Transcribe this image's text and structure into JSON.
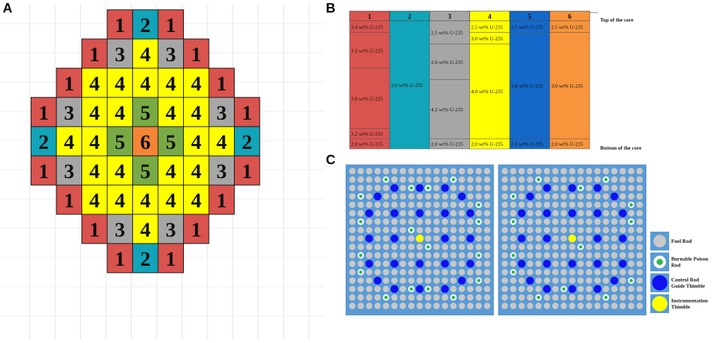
{
  "panels": {
    "a": "A",
    "b": "B",
    "c": "C"
  },
  "core_map": {
    "colors": {
      "1": "#d9534f",
      "2": "#12a4b8",
      "3": "#a6a6a6",
      "4": "#ffff00",
      "5": "#78ab46",
      "6": "#f48535"
    },
    "rows": [
      [
        0,
        0,
        0,
        0,
        1,
        2,
        1,
        0,
        0,
        0,
        0
      ],
      [
        0,
        0,
        0,
        1,
        3,
        4,
        3,
        1,
        0,
        0,
        0
      ],
      [
        0,
        0,
        1,
        4,
        4,
        4,
        4,
        4,
        1,
        0,
        0
      ],
      [
        0,
        1,
        3,
        4,
        4,
        5,
        4,
        4,
        3,
        1,
        0
      ],
      [
        0,
        2,
        4,
        4,
        5,
        6,
        5,
        4,
        4,
        2,
        0
      ],
      [
        0,
        1,
        3,
        4,
        4,
        5,
        4,
        4,
        3,
        1,
        0
      ],
      [
        0,
        0,
        1,
        4,
        4,
        4,
        4,
        4,
        1,
        0,
        0
      ],
      [
        0,
        0,
        0,
        1,
        3,
        4,
        3,
        1,
        0,
        0,
        0
      ],
      [
        0,
        0,
        0,
        0,
        1,
        2,
        1,
        0,
        0,
        0,
        0
      ]
    ],
    "row_shift": 0
  },
  "axial": {
    "top_label": "Top of the core",
    "bottom_label": "Bottom of the core",
    "columns": [
      {
        "name": "1",
        "color": "#d9534f",
        "header_color": "#d9534f",
        "zones": [
          {
            "label": "3.4 wt% U-235",
            "frac": 0.09
          },
          {
            "label": "3.2 wt% U-235",
            "frac": 0.28
          },
          {
            "label": "3.0 wt% U-235",
            "frac": 0.47
          },
          {
            "label": "3.2 wt% U-235",
            "frac": 0.08
          },
          {
            "label": "2.0 wt% U-235",
            "frac": 0.08
          }
        ]
      },
      {
        "name": "2",
        "color": "#12a4b8",
        "header_color": "#12a4b8",
        "zones": [
          {
            "label": "2.0 wt% U-235",
            "frac": 1.0
          }
        ]
      },
      {
        "name": "3",
        "color": "#a6a6a6",
        "header_color": "#a6a6a6",
        "zones": [
          {
            "label": "2.5 wt% U-235",
            "frac": 0.18
          },
          {
            "label": "2.0 wt% U-235",
            "frac": 0.28
          },
          {
            "label": "4.2 wt% U-235",
            "frac": 0.46
          },
          {
            "label": "2.0 wt% U-235",
            "frac": 0.08
          }
        ]
      },
      {
        "name": "4",
        "color": "#ffff00",
        "header_color": "#ffff00",
        "zones": [
          {
            "label": "2.5 wt% U-235",
            "frac": 0.09
          },
          {
            "label": "3.0 wt% U-235",
            "frac": 0.09
          },
          {
            "label": "4.0 wt% U-235",
            "frac": 0.74
          },
          {
            "label": "2.0 wt% U-235",
            "frac": 0.08
          }
        ]
      },
      {
        "name": "5",
        "color": "#1468c8",
        "header_color": "#1468c8",
        "zones": [
          {
            "label": "2.5 wt% U-235",
            "frac": 0.09
          },
          {
            "label": "3.8 wt% U-235",
            "frac": 0.83
          },
          {
            "label": "2.0 wt% U-235",
            "frac": 0.08
          }
        ]
      },
      {
        "name": "6",
        "color": "#f7943c",
        "header_color": "#f7943c",
        "zones": [
          {
            "label": "2.5 wt% U-235",
            "frac": 0.09
          },
          {
            "label": "3.0 wt% U-235",
            "frac": 0.83
          },
          {
            "label": "2.0 wt% U-235",
            "frac": 0.08
          }
        ]
      }
    ]
  },
  "assemblies": {
    "lattice": 17,
    "bg_color": "#5b9bd5",
    "fuel_color": "#c8c8c8",
    "control_color": "#1010f0",
    "instrument_color": "#ffff00",
    "poison_ring": "#2db84a",
    "control_positions": [
      [
        2,
        5
      ],
      [
        2,
        8
      ],
      [
        2,
        11
      ],
      [
        3,
        3
      ],
      [
        3,
        13
      ],
      [
        5,
        2
      ],
      [
        5,
        5
      ],
      [
        5,
        8
      ],
      [
        5,
        11
      ],
      [
        5,
        14
      ],
      [
        8,
        2
      ],
      [
        8,
        5
      ],
      [
        8,
        11
      ],
      [
        8,
        14
      ],
      [
        11,
        2
      ],
      [
        11,
        5
      ],
      [
        11,
        8
      ],
      [
        11,
        11
      ],
      [
        11,
        14
      ],
      [
        13,
        3
      ],
      [
        13,
        13
      ],
      [
        14,
        5
      ],
      [
        14,
        8
      ],
      [
        14,
        11
      ]
    ],
    "instrument_positions": [
      [
        8,
        8
      ]
    ],
    "left_poison_positions": [
      [
        1,
        4
      ],
      [
        1,
        12
      ],
      [
        2,
        7
      ],
      [
        2,
        9
      ],
      [
        3,
        1
      ],
      [
        4,
        15
      ],
      [
        6,
        1
      ],
      [
        6,
        15
      ],
      [
        7,
        7
      ],
      [
        9,
        9
      ],
      [
        10,
        1
      ],
      [
        10,
        15
      ],
      [
        12,
        1
      ],
      [
        13,
        15
      ],
      [
        14,
        7
      ],
      [
        14,
        9
      ],
      [
        15,
        4
      ],
      [
        15,
        12
      ]
    ],
    "right_poison_positions": [
      [
        1,
        4
      ],
      [
        1,
        12
      ],
      [
        2,
        9
      ],
      [
        3,
        1
      ],
      [
        4,
        15
      ],
      [
        6,
        1
      ],
      [
        6,
        15
      ],
      [
        9,
        9
      ],
      [
        10,
        1
      ],
      [
        12,
        1
      ],
      [
        13,
        15
      ],
      [
        14,
        7
      ],
      [
        15,
        4
      ],
      [
        15,
        12
      ]
    ]
  },
  "legend": {
    "items": [
      {
        "key": "fuel",
        "lines": [
          "Fuel Rod"
        ]
      },
      {
        "key": "poison",
        "lines": [
          "Burnable Poison",
          "Rod"
        ]
      },
      {
        "key": "control",
        "lines": [
          "Control Rod",
          "Guide Thimble"
        ]
      },
      {
        "key": "instrument",
        "lines": [
          "Instrumentation",
          "Thimble"
        ]
      }
    ]
  }
}
